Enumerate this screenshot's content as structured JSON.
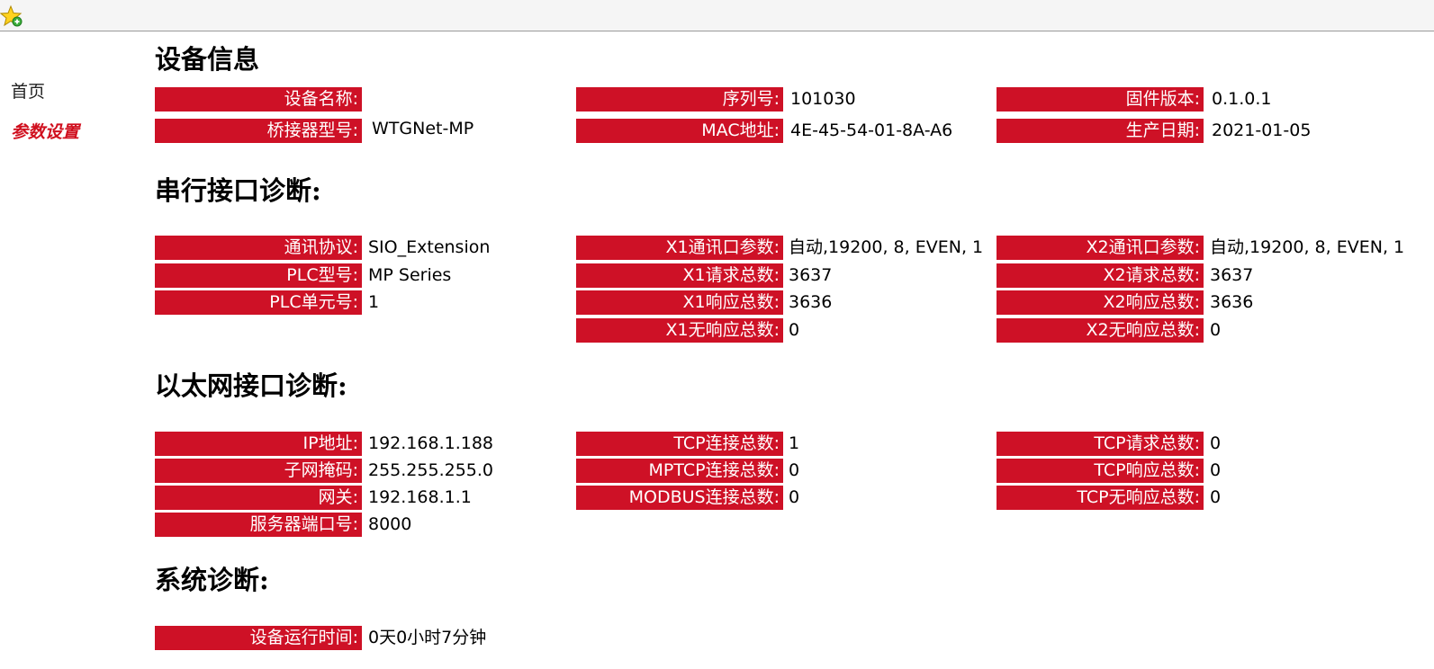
{
  "toolbar": {
    "icon": "star-icon"
  },
  "nav": {
    "home": "首页",
    "settings": "参数设置"
  },
  "device_info": {
    "title": "设备信息",
    "name_label": "设备名称:",
    "name_value": "",
    "serial_label": "序列号:",
    "serial_value": "101030",
    "firmware_label": "固件版本:",
    "firmware_value": "0.1.0.1",
    "bridge_label": "桥接器型号:",
    "bridge_value": "WTGNet-MP",
    "mac_label": "MAC地址:",
    "mac_value": "4E-45-54-01-8A-A6",
    "date_label": "生产日期:",
    "date_value": "2021-01-05"
  },
  "serial_diag": {
    "title": "串行接口诊断:",
    "protocol_label": "通讯协议:",
    "protocol_value": "SIO_Extension",
    "plc_type_label": "PLC型号:",
    "plc_type_value": "MP Series",
    "plc_unit_label": "PLC单元号:",
    "plc_unit_value": "1",
    "x1_param_label": "X1通讯口参数:",
    "x1_param_value": "自动,19200, 8, EVEN, 1",
    "x1_req_label": "X1请求总数:",
    "x1_req_value": "3637",
    "x1_resp_label": "X1响应总数:",
    "x1_resp_value": "3636",
    "x1_noresp_label": "X1无响应总数:",
    "x1_noresp_value": "0",
    "x2_param_label": "X2通讯口参数:",
    "x2_param_value": "自动,19200, 8, EVEN, 1",
    "x2_req_label": "X2请求总数:",
    "x2_req_value": "3637",
    "x2_resp_label": "X2响应总数:",
    "x2_resp_value": "3636",
    "x2_noresp_label": "X2无响应总数:",
    "x2_noresp_value": "0"
  },
  "ethernet_diag": {
    "title": "以太网接口诊断:",
    "ip_label": "IP地址:",
    "ip_value": "192.168.1.188",
    "mask_label": "子网掩码:",
    "mask_value": "255.255.255.0",
    "gateway_label": "网关:",
    "gateway_value": "192.168.1.1",
    "port_label": "服务器端口号:",
    "port_value": "8000",
    "tcp_conn_label": "TCP连接总数:",
    "tcp_conn_value": "1",
    "mptcp_conn_label": "MPTCP连接总数:",
    "mptcp_conn_value": "0",
    "modbus_conn_label": "MODBUS连接总数:",
    "modbus_conn_value": "0",
    "tcp_req_label": "TCP请求总数:",
    "tcp_req_value": "0",
    "tcp_resp_label": "TCP响应总数:",
    "tcp_resp_value": "0",
    "tcp_noresp_label": "TCP无响应总数:",
    "tcp_noresp_value": "0"
  },
  "system_diag": {
    "title": "系统诊断:",
    "uptime_label": "设备运行时间:",
    "uptime_value": "0天0小时7分钟"
  },
  "colors": {
    "label_bg": "#ce1126",
    "active_nav": "#d00f1e"
  }
}
